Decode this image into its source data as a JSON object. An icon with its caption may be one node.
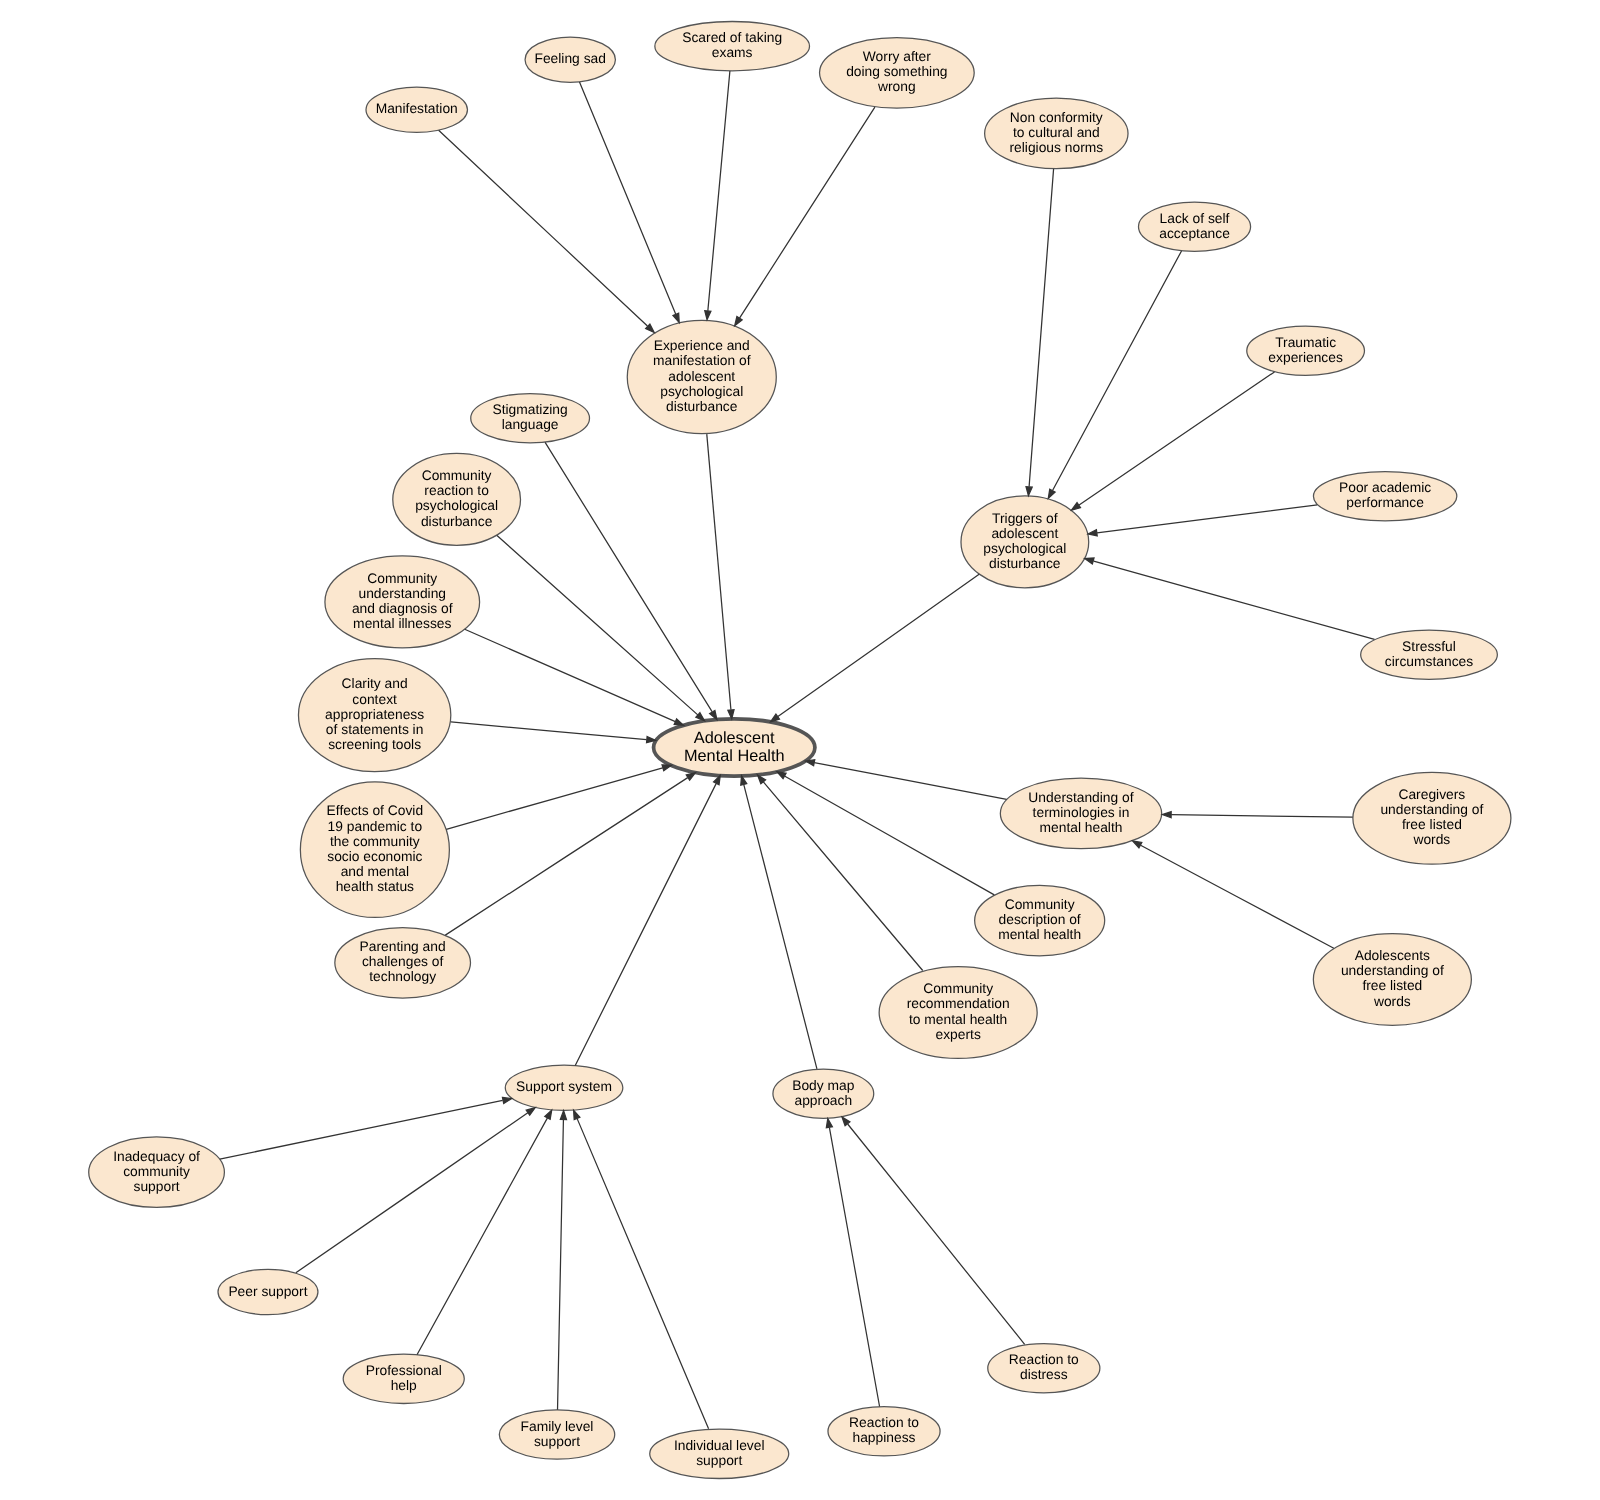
{
  "diagram": {
    "nodes": [
      {
        "text": [
          "Adolescent Mental Health"
        ]
      },
      {
        "text": [
          "Triggers of adolescent psychological disturbance"
        ]
      },
      {
        "text": [
          "Stressful circumstances"
        ]
      },
      {
        "text": [
          "Poor academic performance"
        ]
      },
      {
        "text": [
          "Traumatic experiences"
        ]
      },
      {
        "text": [
          "Lack of self acceptance"
        ]
      },
      {
        "text": [
          "Non conformity to cultural and religious norms"
        ]
      },
      {
        "text": [
          "Experience and manifestation of adolescent psychological disturbance"
        ]
      },
      {
        "text": [
          "Worry after doing something wrong"
        ]
      },
      {
        "text": [
          "Scared of taking exams"
        ]
      },
      {
        "text": [
          "Feeling sad"
        ]
      },
      {
        "text": [
          "Manifestation"
        ]
      },
      {
        "text": [
          "Stigmatizing language"
        ]
      },
      {
        "text": [
          "Community reaction to psychological disturbance"
        ]
      },
      {
        "text": [
          "Community understanding and diagnosis of mental illnesses"
        ]
      },
      {
        "text": [
          "Clarity and context appropriateness of statements in screening tools"
        ]
      },
      {
        "text": [
          "Effects of Covid 19 pandemic to the community socio economic and mental health status"
        ]
      },
      {
        "text": [
          "Parenting and challenges of technology"
        ]
      },
      {
        "text": [
          "Support system"
        ]
      },
      {
        "text": [
          "Inadequacy of community support"
        ]
      },
      {
        "text": [
          "Peer support"
        ]
      },
      {
        "text": [
          "Professional help"
        ]
      },
      {
        "text": [
          "Family level support"
        ]
      },
      {
        "text": [
          "Individual level support"
        ]
      },
      {
        "text": [
          "Body map approach"
        ]
      },
      {
        "text": [
          "Reaction to happiness"
        ]
      },
      {
        "text": [
          "Reaction to distress"
        ]
      },
      {
        "text": [
          "Community recommendation to mental health experts"
        ]
      },
      {
        "text": [
          "Community description of mental health"
        ]
      },
      {
        "text": [
          "Understanding of terminologies in mental health"
        ]
      },
      {
        "text": [
          "Adolescents understanding of free listed words"
        ]
      },
      {
        "text": [
          "Caregivers understanding of free listed words"
        ]
      }
    ],
    "edges": [
      {
        "from": 2,
        "to": 1,
        "arrow": "to"
      },
      {
        "from": 3,
        "to": 1,
        "arrow": "to"
      },
      {
        "from": 4,
        "to": 1,
        "arrow": "to"
      },
      {
        "from": 5,
        "to": 1,
        "arrow": "to"
      },
      {
        "from": 6,
        "to": 1,
        "arrow": "to"
      },
      {
        "from": 1,
        "to": 0,
        "arrow": "to"
      },
      {
        "from": 8,
        "to": 7,
        "arrow": "to"
      },
      {
        "from": 9,
        "to": 7,
        "arrow": "to"
      },
      {
        "from": 10,
        "to": 7,
        "arrow": "to"
      },
      {
        "from": 11,
        "to": 7,
        "arrow": "to"
      },
      {
        "from": 7,
        "to": 0,
        "arrow": "to"
      },
      {
        "from": 12,
        "to": 0,
        "arrow": "to"
      },
      {
        "from": 13,
        "to": 0,
        "arrow": "to"
      },
      {
        "from": 14,
        "to": 0,
        "arrow": "to"
      },
      {
        "from": 15,
        "to": 0,
        "arrow": "to"
      },
      {
        "from": 16,
        "to": 0,
        "arrow": "to"
      },
      {
        "from": 17,
        "to": 0,
        "arrow": "to"
      },
      {
        "from": 19,
        "to": 18,
        "arrow": "to"
      },
      {
        "from": 20,
        "to": 18,
        "arrow": "to"
      },
      {
        "from": 21,
        "to": 18,
        "arrow": "to"
      },
      {
        "from": 22,
        "to": 18,
        "arrow": "to"
      },
      {
        "from": 23,
        "to": 18,
        "arrow": "to"
      },
      {
        "from": 18,
        "to": 0,
        "arrow": "to"
      },
      {
        "from": 25,
        "to": 24,
        "arrow": "to"
      },
      {
        "from": 26,
        "to": 24,
        "arrow": "to"
      },
      {
        "from": 24,
        "to": 0,
        "arrow": "to"
      },
      {
        "from": 27,
        "to": 0,
        "arrow": "to"
      },
      {
        "from": 28,
        "to": 0,
        "arrow": "to"
      },
      {
        "from": 30,
        "to": 29,
        "arrow": "to"
      },
      {
        "from": 31,
        "to": 29,
        "arrow": "to"
      },
      {
        "from": 29,
        "to": 0,
        "arrow": "to"
      }
    ]
  }
}
